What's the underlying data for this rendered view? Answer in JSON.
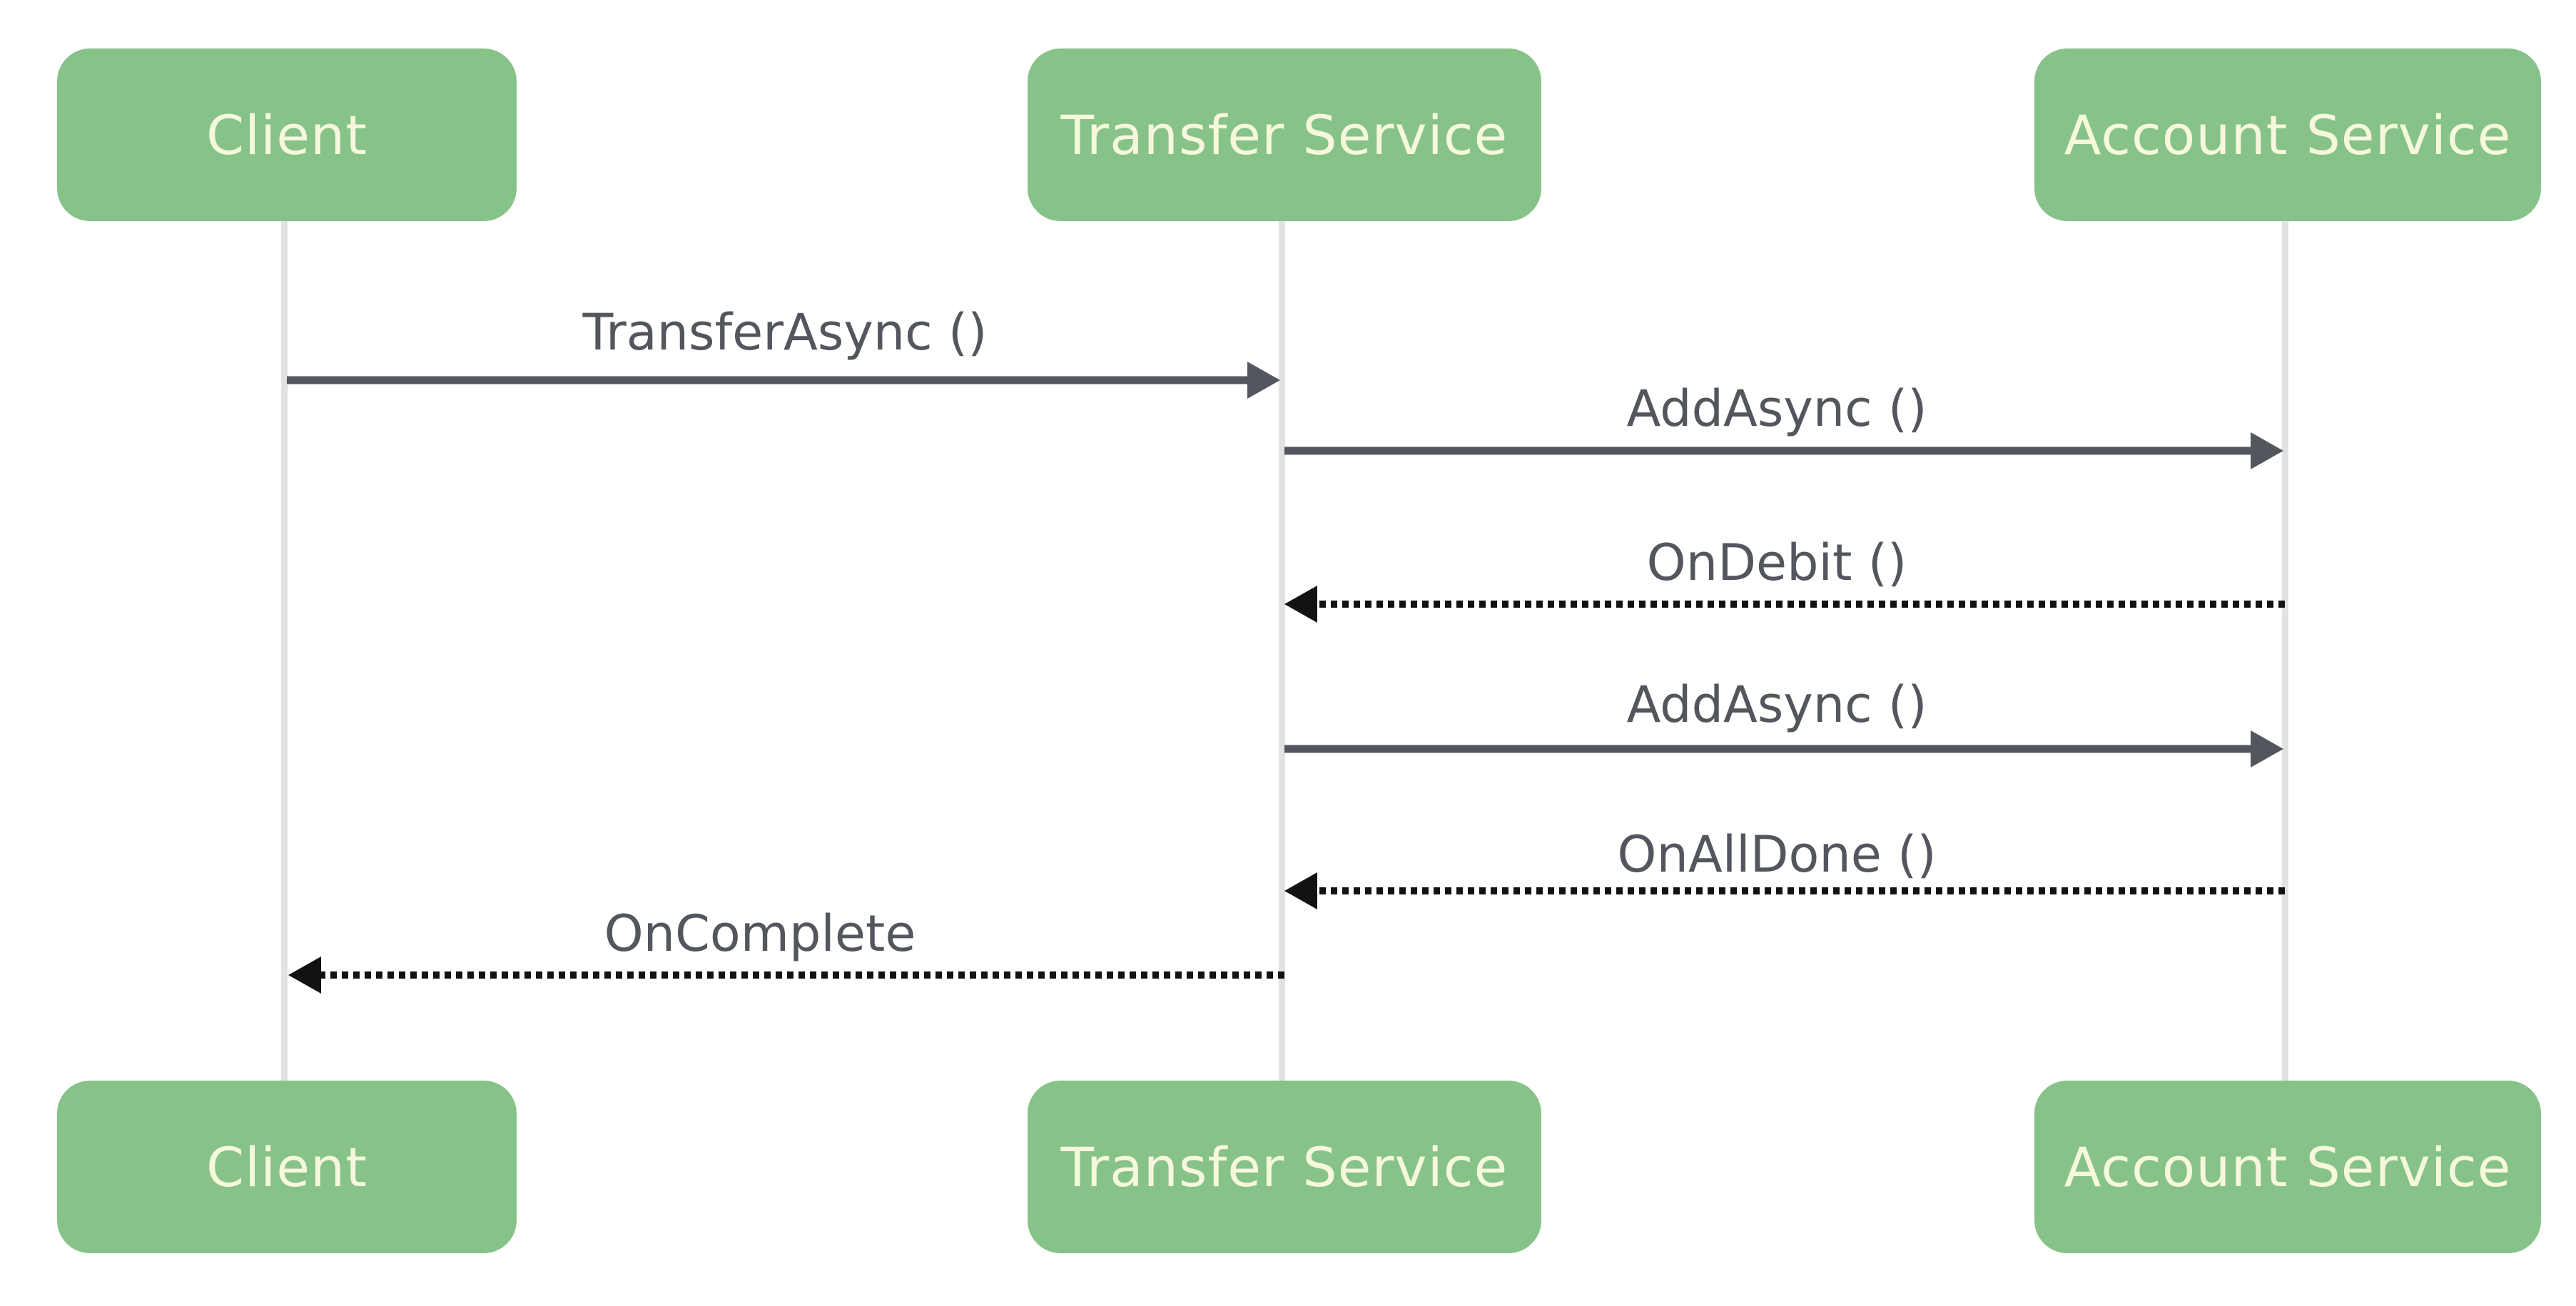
{
  "diagram": {
    "type": "sequence-diagram",
    "background_color": "#ffffff",
    "colors": {
      "actor_fill": "#87c289",
      "actor_text": "#f6f8dc",
      "lifeline": "#e2e2e2",
      "solid_arrow": "#53575d",
      "dotted_arrow": "#121212",
      "message_text": "#53575d"
    },
    "participants": [
      {
        "id": "client",
        "label": "Client"
      },
      {
        "id": "transfer-service",
        "label": "Transfer Service"
      },
      {
        "id": "account-service",
        "label": "Account Service"
      }
    ],
    "messages": [
      {
        "label": "TransferAsync ()",
        "from": "Client",
        "to": "Transfer Service",
        "line": "solid",
        "direction": "right"
      },
      {
        "label": "AddAsync ()",
        "from": "Transfer Service",
        "to": "Account Service",
        "line": "solid",
        "direction": "right"
      },
      {
        "label": "OnDebit ()",
        "from": "Account Service",
        "to": "Transfer Service",
        "line": "dotted",
        "direction": "left"
      },
      {
        "label": "AddAsync ()",
        "from": "Transfer Service",
        "to": "Account Service",
        "line": "solid",
        "direction": "right"
      },
      {
        "label": "OnAllDone ()",
        "from": "Account Service",
        "to": "Transfer Service",
        "line": "dotted",
        "direction": "left"
      },
      {
        "label": "OnComplete",
        "from": "Transfer Service",
        "to": "Client",
        "line": "dotted",
        "direction": "left"
      }
    ]
  }
}
